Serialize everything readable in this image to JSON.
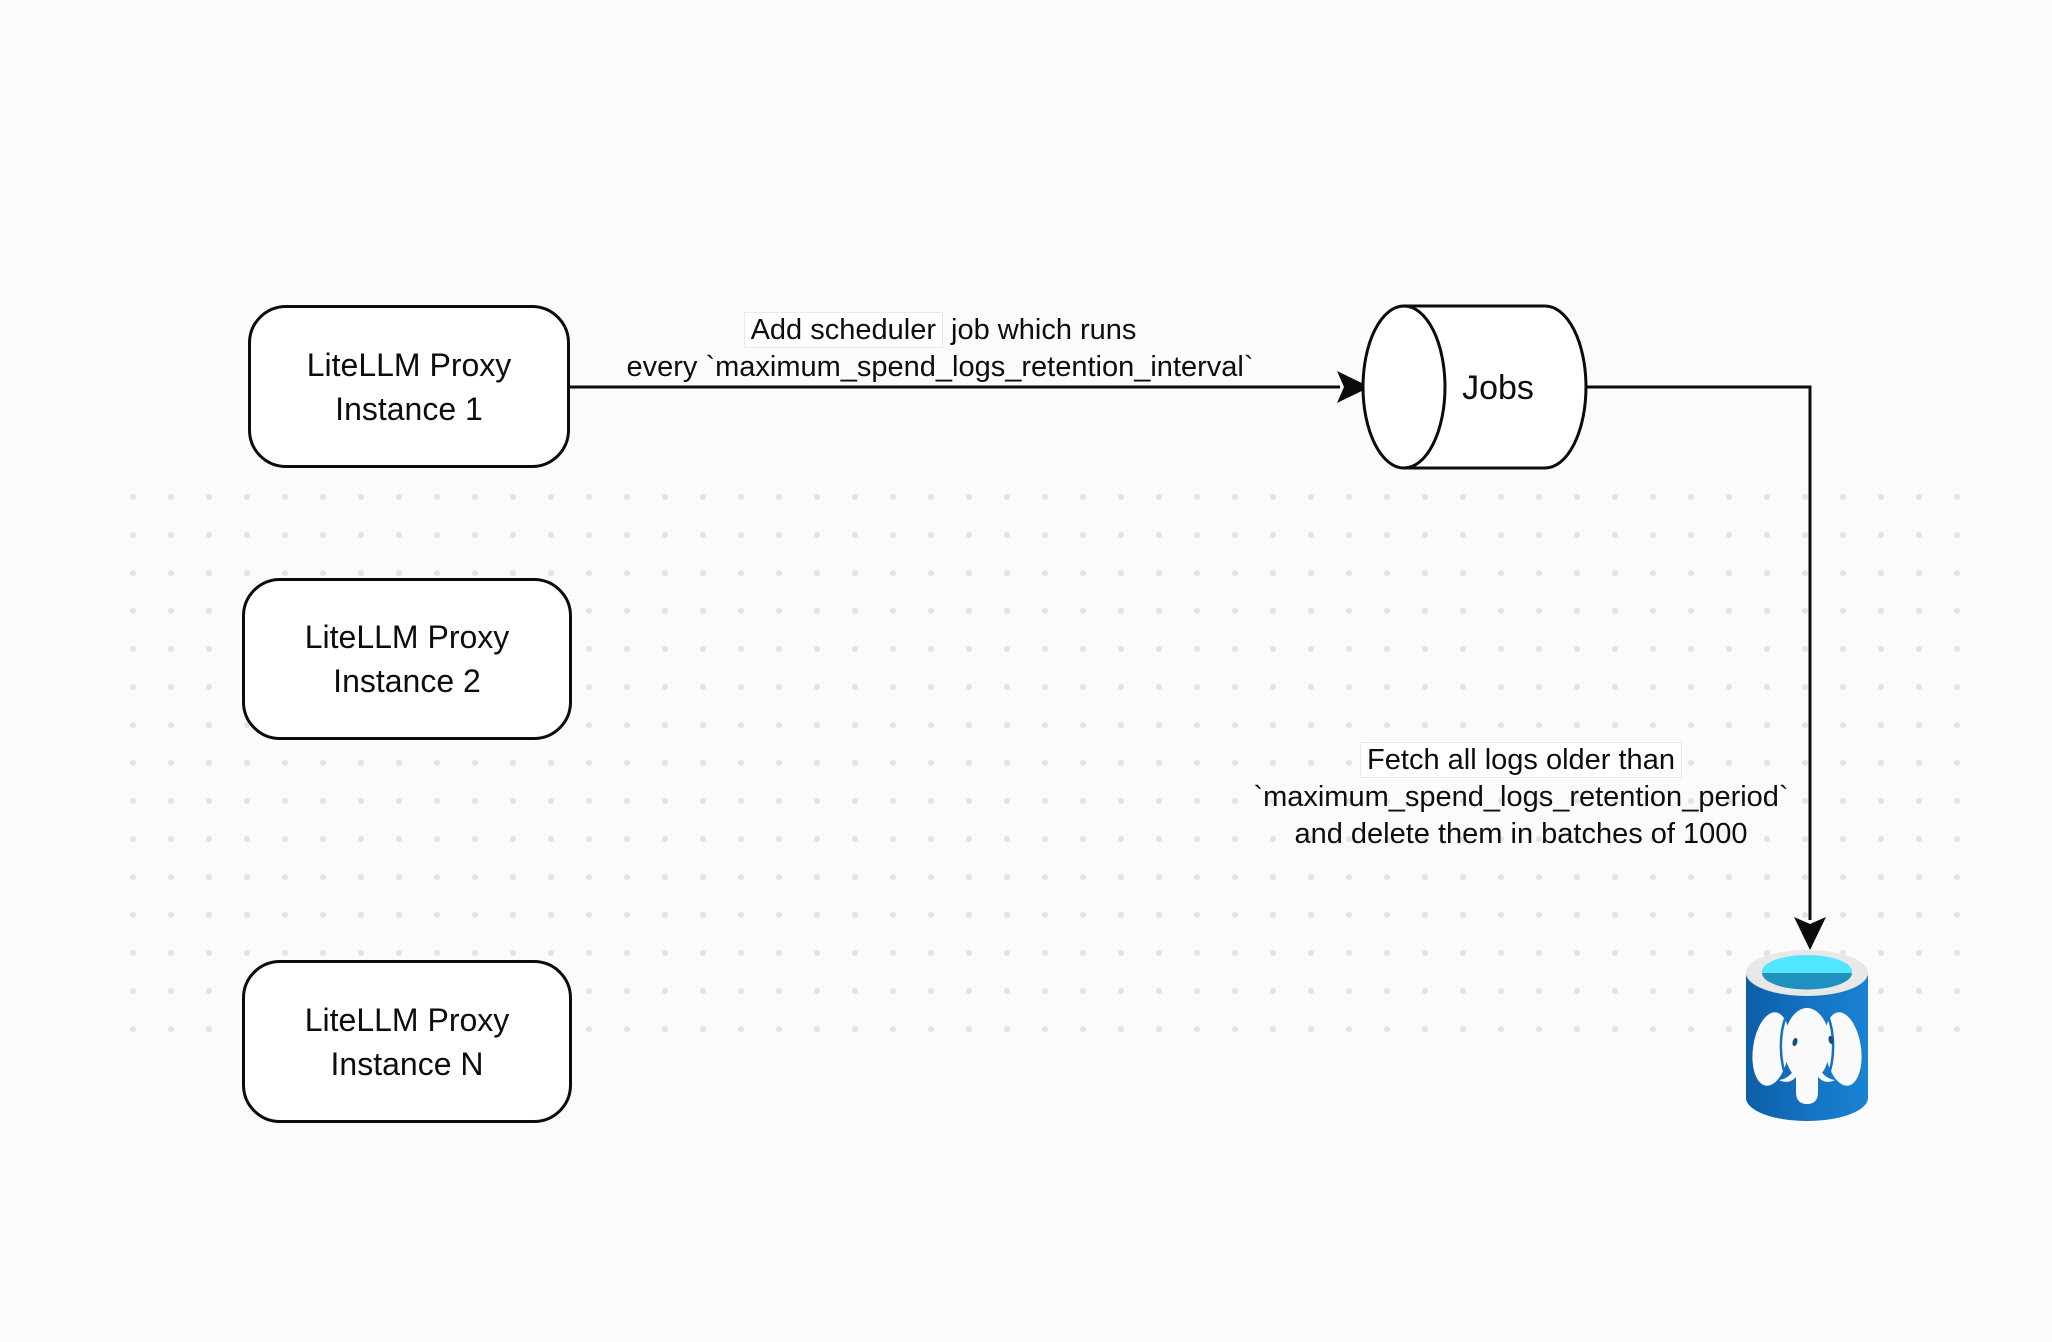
{
  "canvas": {
    "background_color": "#fbfbfb",
    "dot_color": "#e3e3e3",
    "stroke_color": "#0c0c0c"
  },
  "nodes": {
    "proxy1": {
      "label": "LiteLLM Proxy\nInstance 1"
    },
    "proxy2": {
      "label": "LiteLLM Proxy\nInstance 2"
    },
    "proxyN": {
      "label": "LiteLLM Proxy\nInstance N"
    },
    "jobs": {
      "label": "Jobs",
      "shape": "horizontal-cylinder"
    },
    "postgres": {
      "icon": "postgresql-database-icon",
      "body_color": "#1169b8",
      "rim_color": "#e8e8e8",
      "opening_color": "#50e6ff",
      "opening_shadow_color": "#2090c0",
      "elephant_color": "#fafafa"
    }
  },
  "edges": {
    "scheduler_job": {
      "label_highlight": "Add scheduler",
      "label_line1_rest": " job which runs",
      "label_line2": "every `maximum_spend_logs_retention_interval`"
    },
    "fetch_delete": {
      "label_line1": "Fetch all logs older than",
      "label_line2": "`maximum_spend_logs_retention_period`",
      "label_line3": "and delete them in batches of 1000"
    }
  }
}
